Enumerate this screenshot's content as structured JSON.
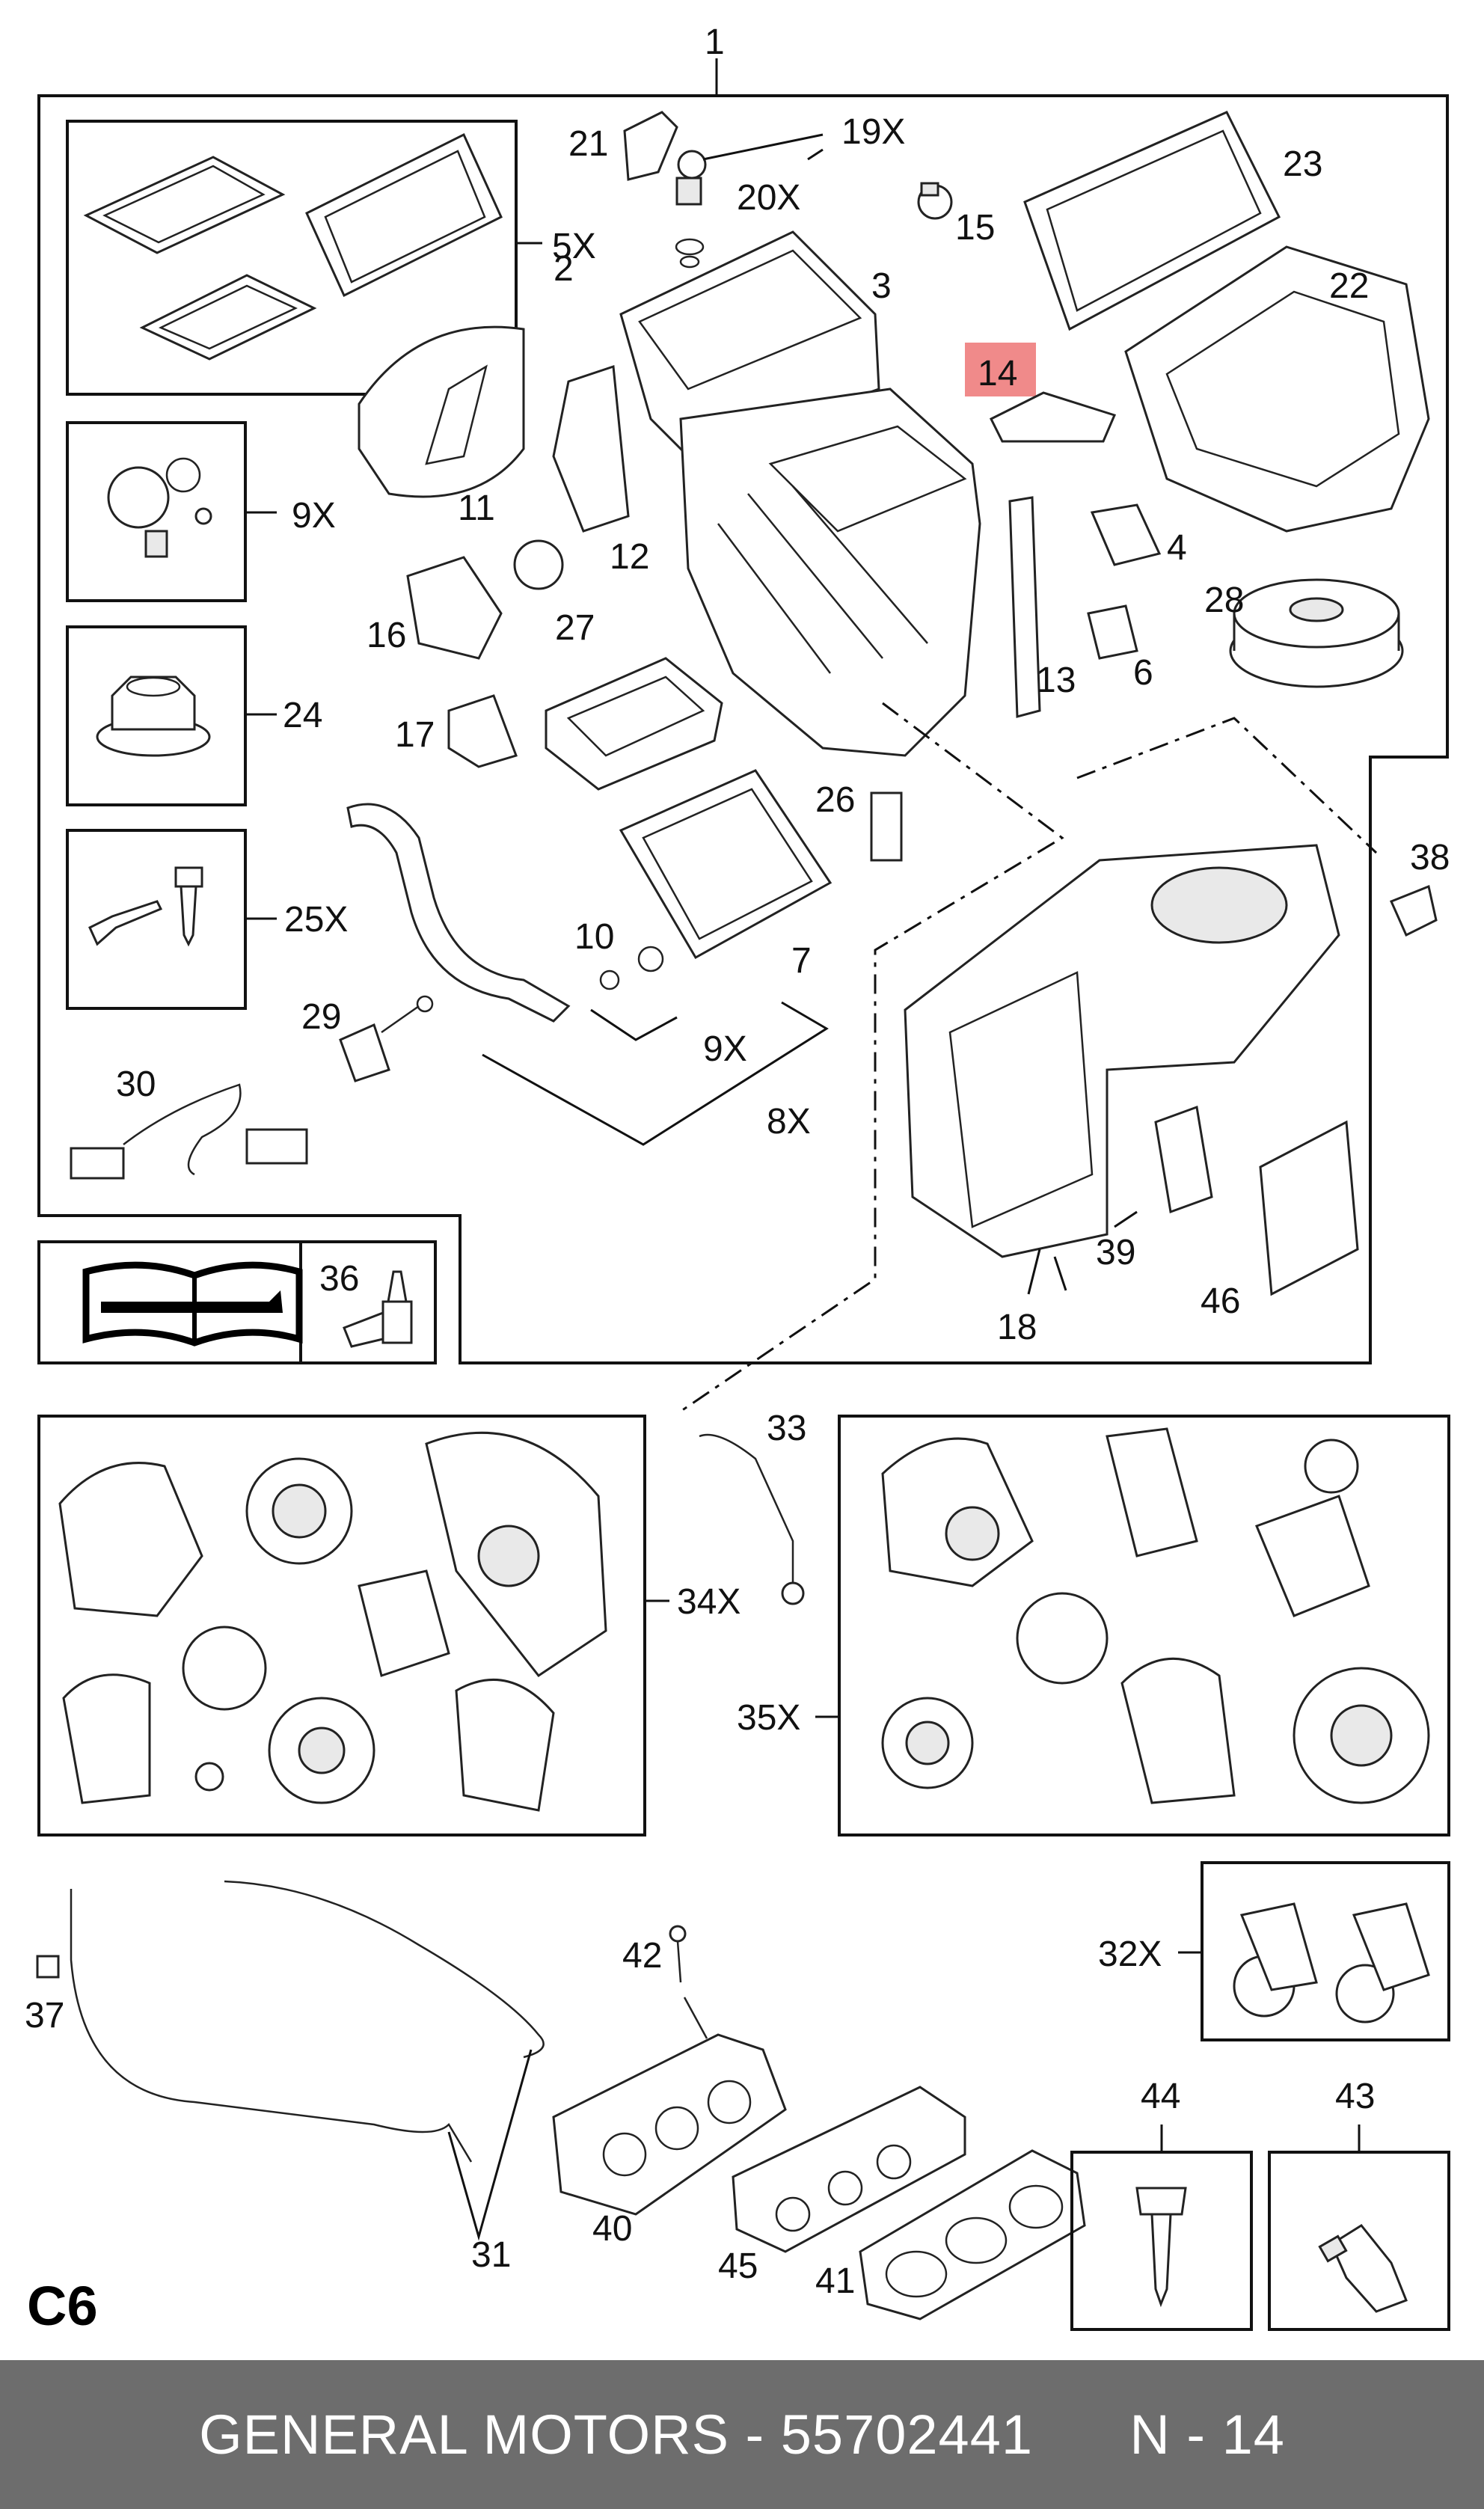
{
  "page_id": "C6",
  "highlight_color": "#f08a8a",
  "footer": {
    "brand": "GENERAL MOTORS",
    "separator": " - ",
    "part_number": "55702441",
    "position_label": "N - 14",
    "background_color": "#6d6d6d"
  },
  "callouts": {
    "c1": "1",
    "c2": "2",
    "c3": "3",
    "c4": "4",
    "c5x": "5X",
    "c6": "6",
    "c7": "7",
    "c8x": "8X",
    "c9x_a": "9X",
    "c9x_b": "9X",
    "c10": "10",
    "c11": "11",
    "c12": "12",
    "c13": "13",
    "c14": "14",
    "c15": "15",
    "c16": "16",
    "c17": "17",
    "c18": "18",
    "c19x": "19X",
    "c20x": "20X",
    "c21": "21",
    "c22": "22",
    "c23": "23",
    "c24": "24",
    "c25x": "25X",
    "c26": "26",
    "c27": "27",
    "c28": "28",
    "c29": "29",
    "c30": "30",
    "c31": "31",
    "c32x": "32X",
    "c33": "33",
    "c34x": "34X",
    "c35x": "35X",
    "c36": "36",
    "c37": "37",
    "c38": "38",
    "c39": "39",
    "c40": "40",
    "c41": "41",
    "c42": "42",
    "c43": "43",
    "c44": "44",
    "c45": "45",
    "c46": "46"
  },
  "icons": {
    "manual": "open-book-wrench-icon",
    "adhesive": "adhesive-bottle-icon"
  }
}
